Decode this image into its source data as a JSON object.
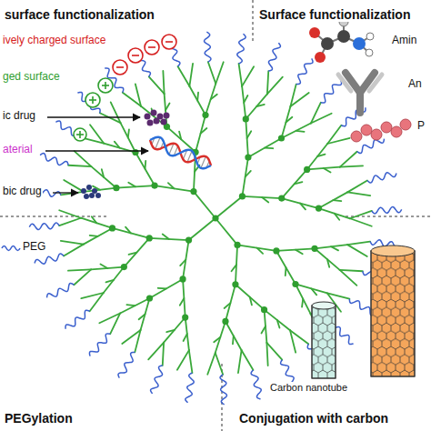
{
  "diagram": {
    "labels": [
      "surface functionalization",
      "Surface functionalization",
      "Amin",
      "ively charged surface",
      "An",
      "ged surface",
      "ic drug",
      "P",
      "aterial",
      "bic drug",
      "PEG",
      "Carbon nanotube",
      "PEGylation",
      "Conjugation with carbon"
    ]
  }
}
